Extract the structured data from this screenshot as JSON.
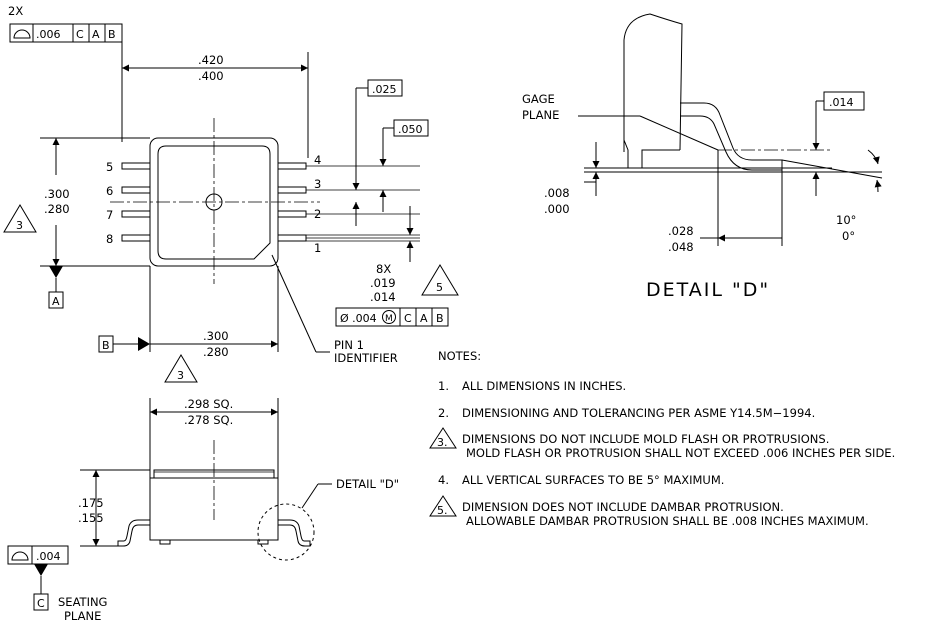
{
  "top_view": {
    "note_2x": "2X",
    "fcf_top": {
      "tol": ".006",
      "datums": [
        "C",
        "A",
        "B"
      ]
    },
    "width_dim": [
      ".420",
      ".400"
    ],
    "height_dim": [
      ".300",
      ".280"
    ],
    "body_width_dim": [
      ".300",
      ".280"
    ],
    "note3_num": "3",
    "pin_labels_left": [
      "5",
      "6",
      "7",
      "8"
    ],
    "pin_labels_right": [
      "4",
      "3",
      "2",
      "1"
    ],
    "pitch_025": ".025",
    "pitch_050": ".050",
    "lead_width": [
      "8X",
      ".019",
      ".014"
    ],
    "note5_num": "5",
    "fcf_lead": {
      "tol": "Ø .004",
      "mod": "M",
      "datums": [
        "C",
        "A",
        "B"
      ]
    },
    "datum_a": "A",
    "datum_b": "B",
    "pin1_label": [
      "PIN 1",
      "IDENTIFIER"
    ]
  },
  "side_view": {
    "size_dim": [
      ".298 SQ.",
      ".278 SQ."
    ],
    "height_dim": [
      ".175",
      ".155"
    ],
    "detail_label": "DETAIL \"D\"",
    "fcf_flat": {
      "tol": ".004"
    },
    "datum_c": "C",
    "seating_plane": [
      "SEATING",
      "PLANE"
    ]
  },
  "detail_d": {
    "gage_plane": [
      "GAGE",
      "PLANE"
    ],
    "standoff": [
      ".008",
      ".000"
    ],
    "gage_box": ".014",
    "foot_length": [
      ".028",
      ".048"
    ],
    "angle": [
      "10°",
      "0°"
    ],
    "title": "DETAIL \"D\""
  },
  "notes": {
    "heading": "NOTES:",
    "items": [
      {
        "num": "1.",
        "lines": [
          "ALL DIMENSIONS IN INCHES."
        ]
      },
      {
        "num": "2.",
        "lines": [
          "DIMENSIONING AND TOLERANCING PER ASME Y14.5M−1994."
        ]
      },
      {
        "num": "3.",
        "lines": [
          "DIMENSIONS DO NOT INCLUDE MOLD FLASH OR PROTRUSIONS.",
          "MOLD FLASH OR PROTRUSION SHALL NOT EXCEED .006 INCHES PER SIDE."
        ]
      },
      {
        "num": "4.",
        "lines": [
          "ALL VERTICAL SURFACES TO BE 5° MAXIMUM."
        ]
      },
      {
        "num": "5.",
        "lines": [
          "DIMENSION DOES NOT INCLUDE DAMBAR PROTRUSION.",
          "ALLOWABLE DAMBAR PROTRUSION SHALL BE .008 INCHES MAXIMUM."
        ]
      }
    ]
  }
}
